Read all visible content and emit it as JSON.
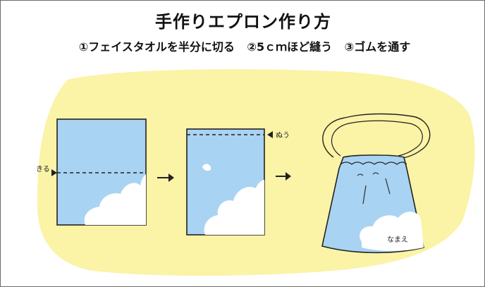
{
  "title": "手作りエプロン作り方",
  "steps": [
    "①フェイスタオルを半分に切る",
    "②5ｃｍほど縫う",
    "③ゴムを通す"
  ],
  "annotations": {
    "cut_mark": "きる",
    "sew_mark": "ぬう",
    "name_tag": "なまえ"
  },
  "colors": {
    "background_blob": "#fbf3a6",
    "towel": "#a9d3f2",
    "cloud": "#ffffff",
    "line": "#222222"
  },
  "icons": [
    "right-arrow-icon",
    "right-arrow-icon",
    "pointer-arrow-icon",
    "pointer-arrow-icon"
  ]
}
